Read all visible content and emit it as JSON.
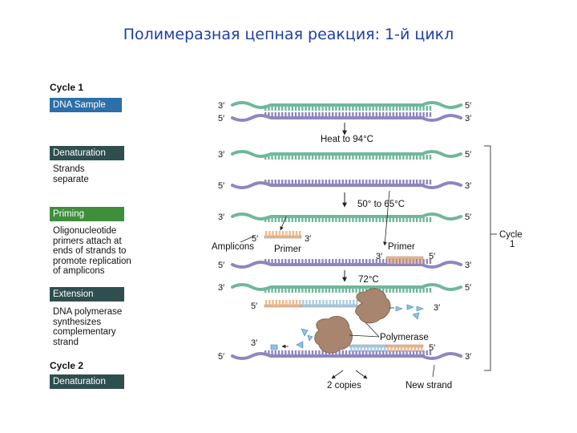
{
  "title": "Полимеразная цепная реакция: 1-й цикл",
  "left": {
    "cycle1": "Cycle 1",
    "dna_sample": "DNA Sample",
    "denaturation": "Denaturation",
    "strands_separate_1": "Strands",
    "strands_separate_2": "separate",
    "priming": "Priming",
    "priming_text": [
      "Oligonucleotide",
      "primers attach at",
      "ends of strands to",
      "promote replication",
      "of amplicons"
    ],
    "extension": "Extension",
    "extension_text": [
      "DNA polymerase",
      "synthesizes",
      "complementary",
      "strand"
    ],
    "cycle2": "Cycle 2",
    "denaturation2": "Denaturation"
  },
  "diagram": {
    "end3": "3′",
    "end5": "5′",
    "heat": "Heat to 94°C",
    "anneal": "50° to 65°C",
    "extend": "72°C",
    "amplicons": "Amplicons",
    "primer_left": "Primer",
    "primer_right": "Primer",
    "polymerase": "Polymerase",
    "two_copies": "2 copies",
    "new_strand": "New strand",
    "cycle1_a": "Cycle",
    "cycle1_b": "1"
  },
  "colors": {
    "green_strand": "#6fb89a",
    "purple_strand": "#8f86c0",
    "primer": "#f2b98a",
    "new_blue": "#a9cde6",
    "polymerase": "#a8856e"
  }
}
